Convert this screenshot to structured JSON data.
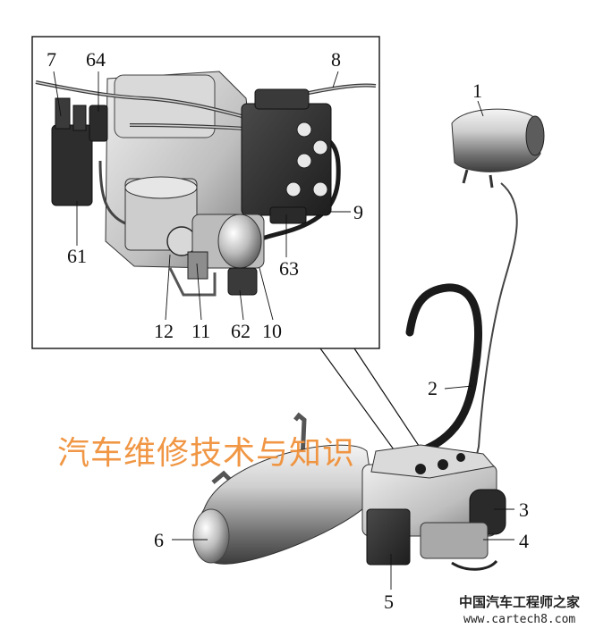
{
  "callouts": {
    "c1": "1",
    "c2": "2",
    "c3": "3",
    "c4": "4",
    "c5": "5",
    "c6": "6",
    "c7": "7",
    "c8": "8",
    "c9": "9",
    "c10": "10",
    "c11": "11",
    "c12": "12",
    "c61": "61",
    "c62": "62",
    "c63": "63",
    "c64": "64"
  },
  "watermark": "汽车维修技术与知识",
  "brand": "中国汽车工程师之家",
  "site": "www.cartech8.com",
  "colors": {
    "watermark": "#f0913a",
    "line": "#111111",
    "metal_light": "#e4e4e4",
    "metal_dark": "#5a5a5a",
    "block": "#2e2e2e"
  }
}
